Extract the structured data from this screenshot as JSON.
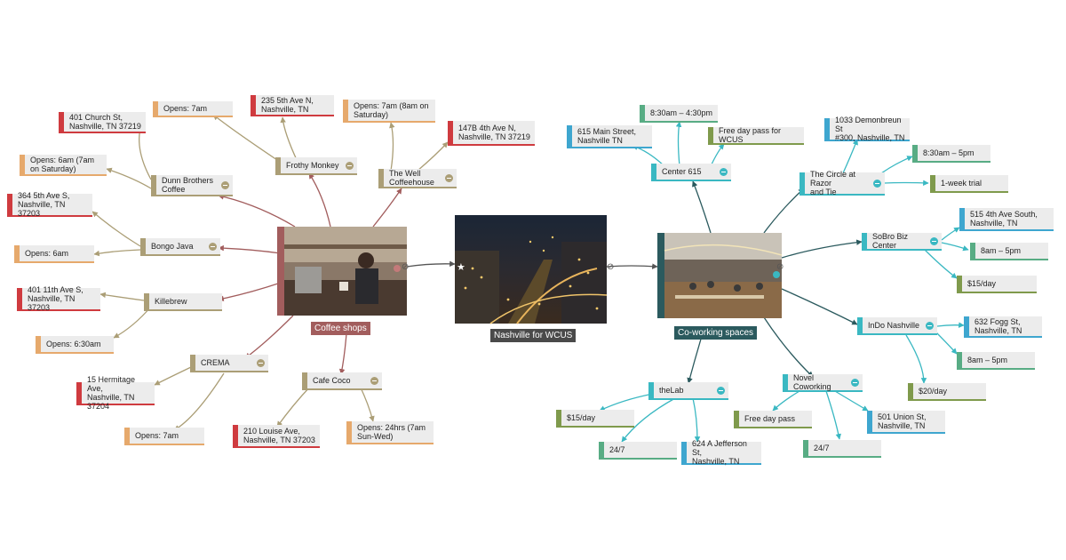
{
  "colors": {
    "coffee_topic": "#a25d5d",
    "cowork_topic": "#2b5a5e",
    "central_caption": "#4a4a4a",
    "address": "#cf3b3f",
    "hours_coffee": "#e6a96c",
    "shop": "#ab9e76",
    "address_cowork": "#3ea6cf",
    "space": "#3ab8c2",
    "hours_cowork": "#58ac84",
    "price": "#7f9a4c"
  },
  "central": {
    "label": "Nashville for WCUS",
    "icon": "star-icon",
    "image": "night-city-photo"
  },
  "coffee": {
    "label": "Coffee shops",
    "image": "barista-photo",
    "icon": "attachment-icon"
  },
  "cowork": {
    "label": "Co-working spaces",
    "image": "coworking-office-photo",
    "icon": "attachment-icon"
  },
  "nodes": {
    "church_addr": "401 Church St,\nNashville, TN 37219",
    "dunn_hours": "Opens: 6am (7am\non Saturday)",
    "dunn": "Dunn Brothers\nCoffee",
    "frothy_hours": "Opens: 7am",
    "frothy_addr": "235 5th Ave N,\nNashville, TN",
    "frothy": "Frothy Monkey",
    "well_hours": "Opens: 7am (8am on\nSaturday)",
    "well_addr": "147B 4th Ave N,\nNashville, TN 37219",
    "well": "The Well\nCoffeehouse",
    "bongo_addr": "364 5th Ave S,\nNashville, TN 37203",
    "bongo": "Bongo Java",
    "bongo_hours": "Opens: 6am",
    "kile_addr": "401 11th Ave S,\nNashville, TN 37203",
    "kile": "Killebrew",
    "kile_hours": "Opens: 6:30am",
    "crema": "CREMA",
    "crema_addr": "15 Hermitage Ave,\nNashville, TN 37204",
    "crema_hours": "Opens: 7am",
    "coco": "Cafe Coco",
    "coco_addr": "210 Louise Ave,\nNashville, TN 37203",
    "coco_hours": "Opens: 24hrs (7am\nSun-Wed)",
    "c615_hours": "8:30am – 4:30pm",
    "c615_addr": "615 Main Street,\nNashville TN",
    "c615_free": "Free day pass for WCUS",
    "c615": "Center 615",
    "circle_addr": "1033 Demonbreun St\n#300, Nashville, TN",
    "circle_hours": "8:30am – 5pm",
    "circle": "The Circle at Razor\nand Tie",
    "circle_trial": "1-week trial",
    "sobro_addr": "515 4th Ave South,\nNashville, TN",
    "sobro": "SoBro Biz Center",
    "sobro_hours": "8am – 5pm",
    "sobro_price": "$15/day",
    "indo": "InDo Nashville",
    "indo_addr": "632 Fogg St,\nNashville, TN",
    "indo_hours": "8am – 5pm",
    "indo_price": "$20/day",
    "lab": "theLab",
    "lab_price": "$15/day",
    "lab_hours": "24/7",
    "lab_addr": "624 A Jefferson St,\nNashville, TN",
    "novel": "Novel Coworking",
    "novel_free": "Free day pass",
    "novel_addr": "501 Union St,\nNashville, TN",
    "novel_hours": "24/7"
  }
}
